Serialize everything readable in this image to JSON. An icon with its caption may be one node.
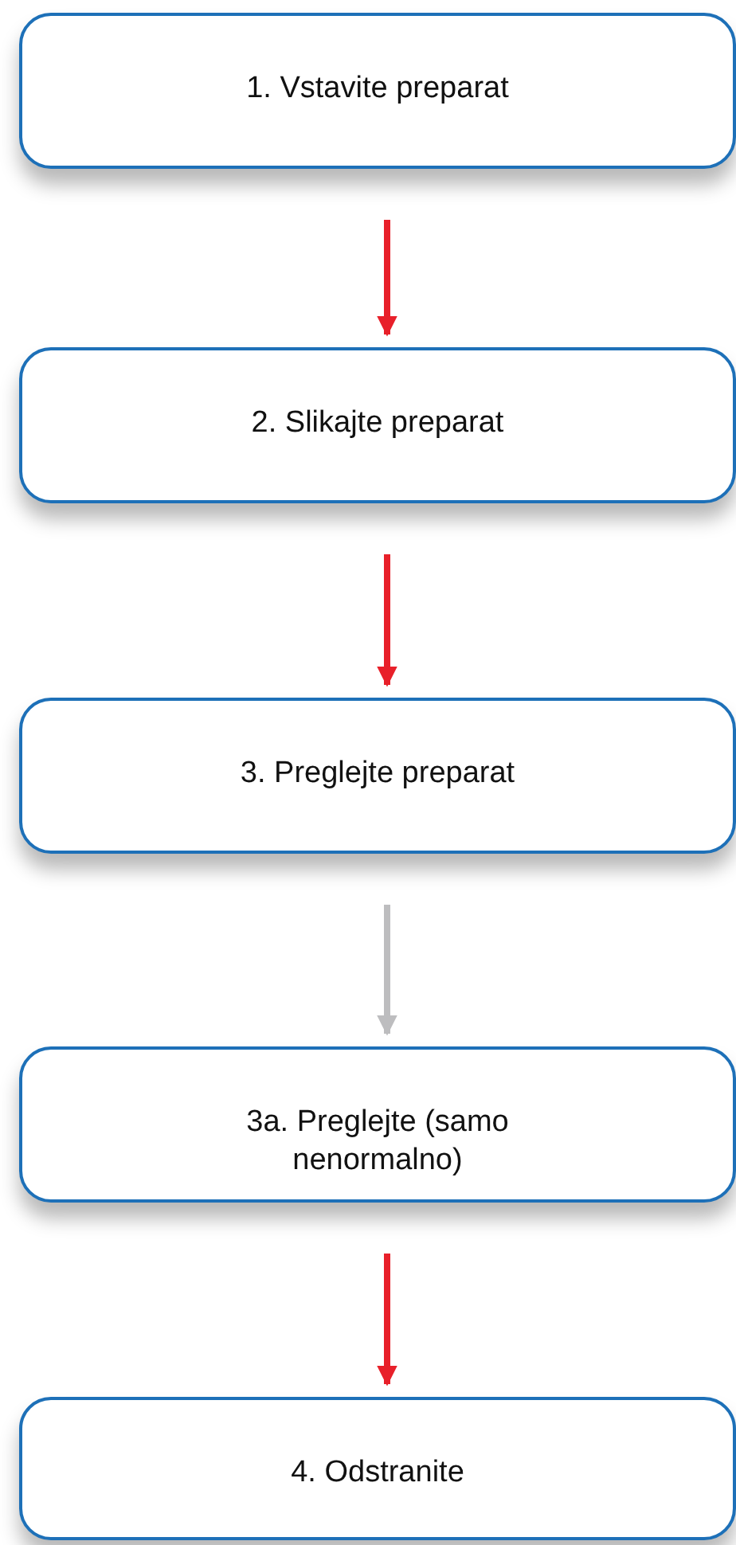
{
  "diagram": {
    "nodes": [
      {
        "text": [
          "1. Vstavite preparat"
        ]
      },
      {
        "text": [
          "2. Slikajte preparat"
        ]
      },
      {
        "text": [
          "3. Preglejte preparat"
        ]
      },
      {
        "text": [
          "3a. Preglejte (samo nenormalno)"
        ]
      },
      {
        "text": [
          "4. Odstranite"
        ]
      }
    ],
    "edges": [
      {
        "from": 0,
        "to": 1,
        "arrow": "to"
      },
      {
        "from": 1,
        "to": 2,
        "arrow": "to"
      },
      {
        "from": 2,
        "to": 3,
        "arrow": "to",
        "color": "#bdbdbf"
      },
      {
        "from": 3,
        "to": 4,
        "arrow": "to"
      }
    ]
  }
}
